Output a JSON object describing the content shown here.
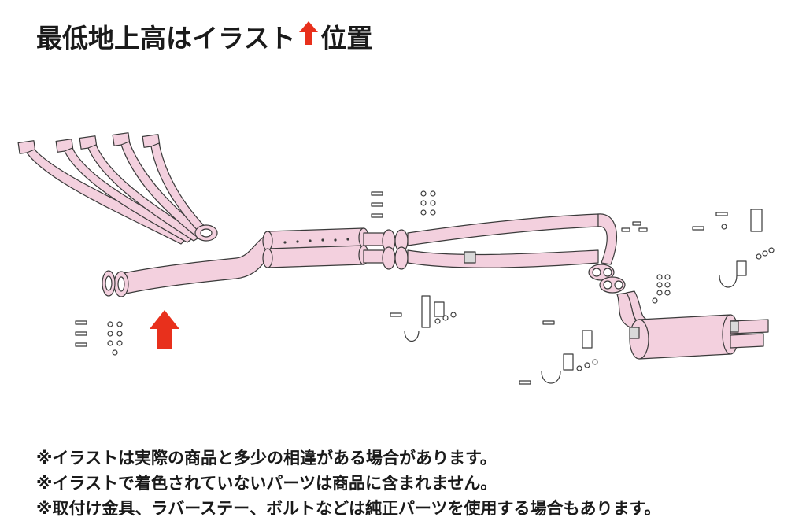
{
  "title": {
    "text_before": "最低地上高はイラスト",
    "text_after": "位置",
    "arrow_icon": "up-arrow-icon",
    "arrow_color": "#e8301c"
  },
  "diagram": {
    "part_color": "#f3d0de",
    "outline_color": "#3a3a3a",
    "clearance_arrow_color": "#e8301c"
  },
  "notes": [
    "※イラストは実際の商品と多少の相違がある場合があります。",
    "※イラストで着色されていないパーツは商品に含まれません。",
    "※取付け金具、ラバーステー、ボルトなどは純正パーツを使用する場合もあります。"
  ]
}
